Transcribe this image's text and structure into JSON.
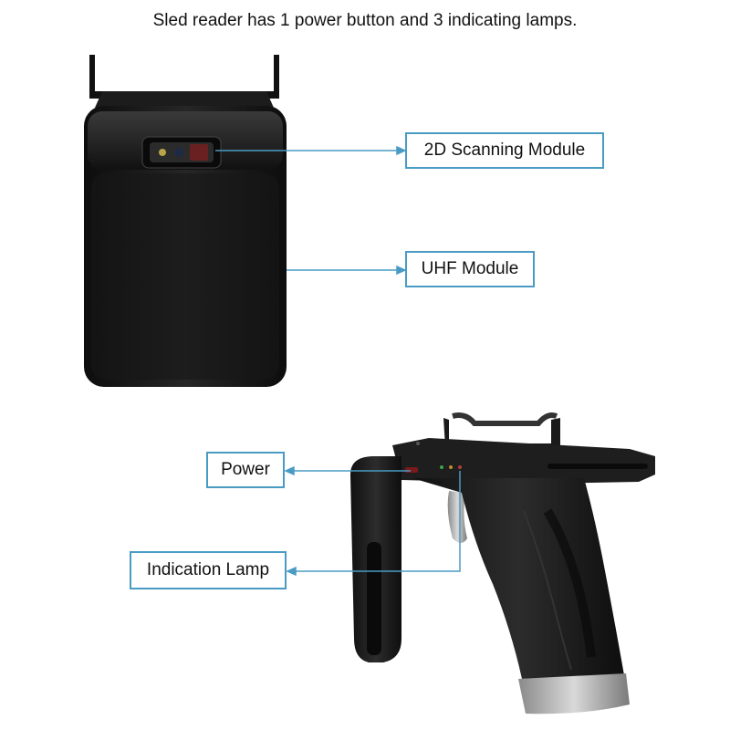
{
  "heading": "Sled reader has 1 power button and 3 indicating lamps.",
  "callouts": {
    "scanning_module": "2D Scanning Module",
    "uhf_module": "UHF Module",
    "power": "Power",
    "indication_lamp": "Indication Lamp"
  },
  "colors": {
    "callout_border": "#4a9bc4",
    "leader_line": "#4a9bc4",
    "device_body": "#1a1a1a"
  }
}
